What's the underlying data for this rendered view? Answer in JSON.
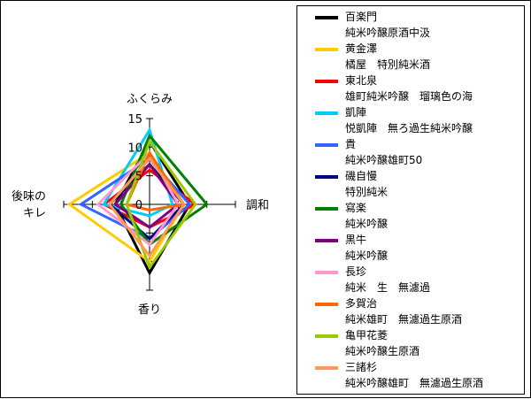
{
  "chart_data": {
    "type": "radar",
    "axes": [
      "ふくらみ",
      "調和",
      "香り",
      "後味の\nキレ"
    ],
    "rlim": [
      0,
      15
    ],
    "ticks": [
      0,
      5,
      10,
      15
    ],
    "legend_position": "right",
    "series": [
      {
        "name": "百楽門",
        "sub": "純米吟醸原酒中汲",
        "color": "#000000",
        "values": [
          11,
          7,
          12,
          6
        ]
      },
      {
        "name": "黄金澤",
        "sub": "橘屋　特別純米酒",
        "color": "#ffcc00",
        "values": [
          9,
          6,
          10,
          14
        ]
      },
      {
        "name": "東北泉",
        "sub": "雄町純米吟醸　瑠璃色の海",
        "color": "#ff0000",
        "values": [
          6,
          8,
          4,
          8
        ]
      },
      {
        "name": "凱陣",
        "sub": "悦凱陣　無ろ過生純米吟醸",
        "color": "#00ccff",
        "values": [
          13,
          4,
          2,
          8
        ]
      },
      {
        "name": "貴",
        "sub": "純米吟醸雄町50",
        "color": "#3366ff",
        "values": [
          8,
          7,
          6,
          12
        ]
      },
      {
        "name": "磯自慢",
        "sub": "特別純米",
        "color": "#000080",
        "values": [
          7,
          6,
          6,
          7
        ]
      },
      {
        "name": "寫楽",
        "sub": "純米吟醸",
        "color": "#008000",
        "values": [
          12,
          10,
          7,
          5
        ]
      },
      {
        "name": "黒牛",
        "sub": "純米吟醸",
        "color": "#800080",
        "values": [
          7,
          5,
          4,
          6
        ]
      },
      {
        "name": "長珍",
        "sub": "純米　生　無濾過",
        "color": "#ff99cc",
        "values": [
          9,
          5,
          7,
          9
        ]
      },
      {
        "name": "多賀治",
        "sub": "純米雄町　無濾過生原酒",
        "color": "#ff6600",
        "values": [
          9,
          6,
          1,
          4
        ]
      },
      {
        "name": "亀甲花菱",
        "sub": "純米吟醸生原酒",
        "color": "#99cc00",
        "values": [
          11,
          8,
          11,
          4
        ]
      },
      {
        "name": "三諸杉",
        "sub": "純米吟醸雄町　無濾過生原酒",
        "color": "#ff9955",
        "values": [
          8,
          6,
          9,
          7
        ]
      }
    ]
  }
}
